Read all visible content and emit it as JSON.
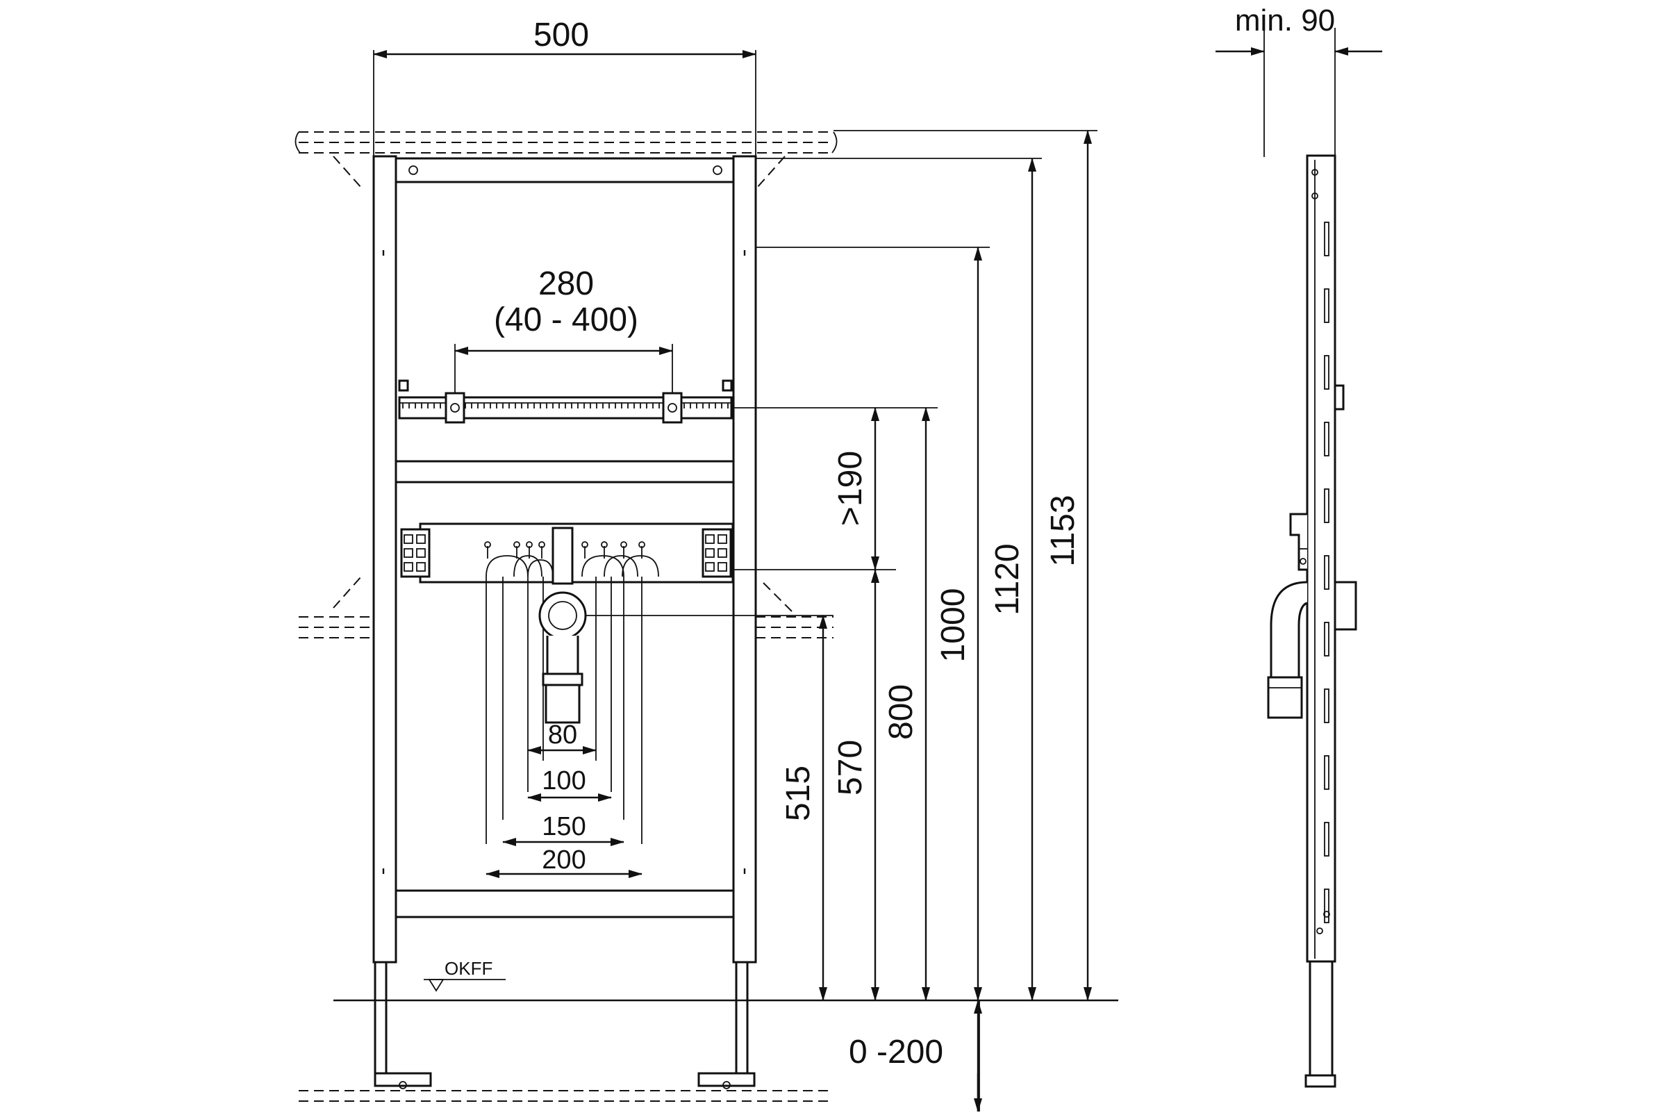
{
  "colors": {
    "line": "#111111",
    "background": "#ffffff"
  },
  "dimensions": {
    "frame_width": "500",
    "depth_min": "min. 90",
    "fixing_spacing": "280",
    "fixing_range": "(40 - 400)",
    "height_1153": "1153",
    "height_1120": "1120",
    "height_1000": "1000",
    "height_800": "800",
    "height_570": "570",
    "height_515": "515",
    "height_gt190": ">190",
    "leg_adjust": "0 -200",
    "spacing_80": "80",
    "spacing_100": "100",
    "spacing_150": "150",
    "spacing_200": "200"
  },
  "floor_label": "OKFF"
}
